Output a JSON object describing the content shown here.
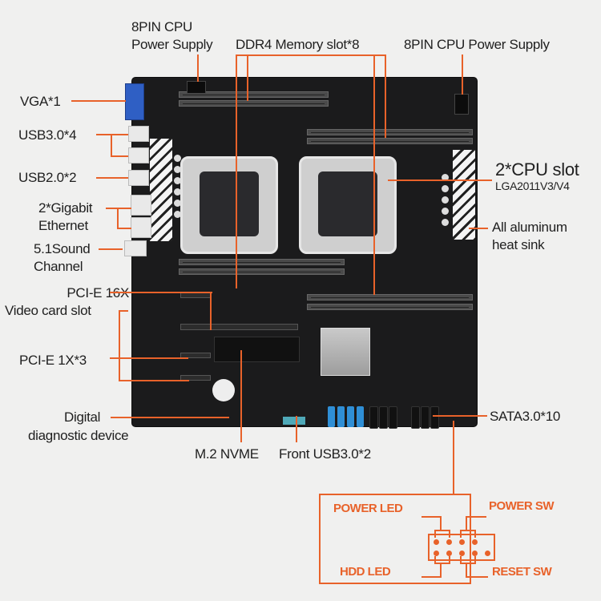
{
  "labels": {
    "cpu_power_left": [
      "8PIN CPU",
      "Power Supply"
    ],
    "ddr4": "DDR4 Memory slot*8",
    "cpu_power_right": "8PIN CPU Power Supply",
    "vga": "VGA*1",
    "usb3": "USB3.0*4",
    "usb2": "USB2.0*2",
    "ethernet": [
      "2*Gigabit",
      "Ethernet"
    ],
    "sound": [
      "5.1Sound",
      "Channel"
    ],
    "pcie16": [
      "PCI-E 16X",
      "Video card slot"
    ],
    "pcie1": "PCI-E 1X*3",
    "diag": [
      "Digital",
      "diagnostic device"
    ],
    "m2": "M.2 NVME",
    "front_usb": "Front USB3.0*2",
    "sata": "SATA3.0*10",
    "cpu_slot": [
      "2*CPU slot",
      "LGA2011V3/V4"
    ],
    "heatsink": [
      "All aluminum",
      "heat sink"
    ]
  },
  "front_panel": {
    "power_led": "POWER LED",
    "power_sw": "POWER SW",
    "hdd_led": "HDD  LED",
    "reset_sw": "RESET SW"
  },
  "colors": {
    "accent": "#e8622a",
    "board": "#1b1b1c",
    "background": "#f0f0ef"
  }
}
